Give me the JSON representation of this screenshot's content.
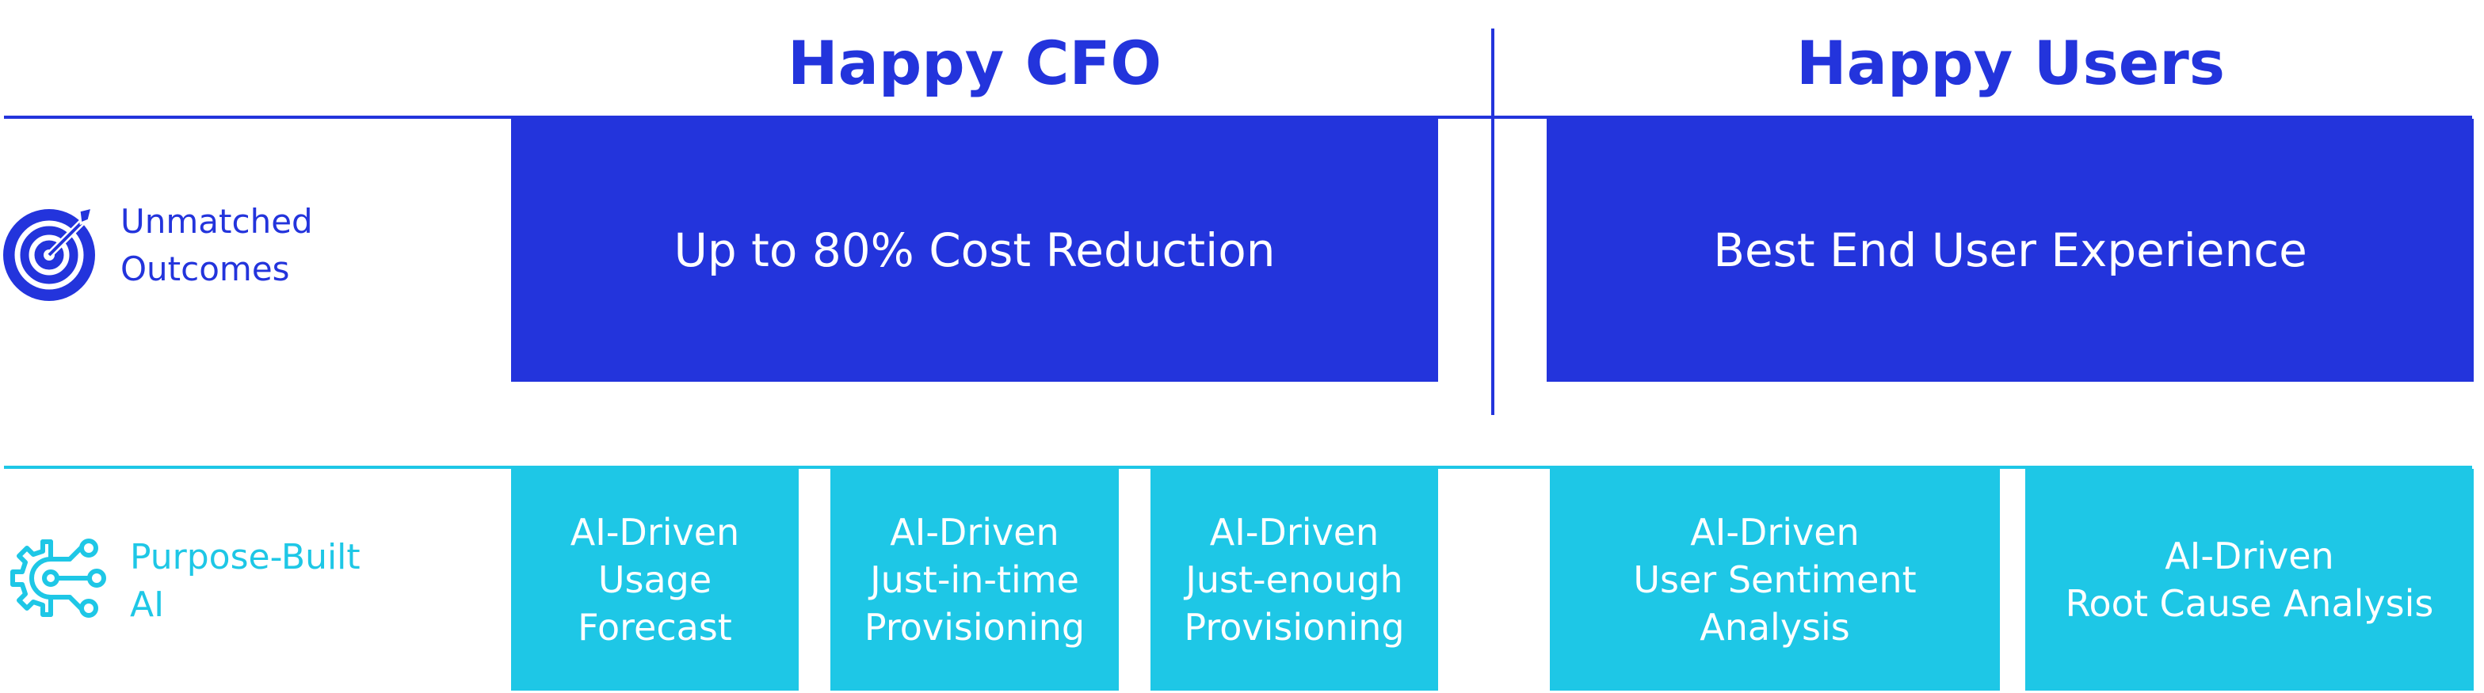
{
  "headings": {
    "left": "Happy CFO",
    "right": "Happy Users"
  },
  "rows": {
    "outcomes": {
      "label": "Unmatched\nOutcomes",
      "icon": "target-icon",
      "color": "#2334dc",
      "boxes": [
        "Up to 80% Cost Reduction",
        "Best End User Experience"
      ]
    },
    "ai": {
      "label": "Purpose-Built\nAI",
      "icon": "circuit-gear-icon",
      "color": "#1ec7e6",
      "boxes": [
        "AI-Driven\nUsage\nForecast",
        "AI-Driven\nJust-in-time\nProvisioning",
        "AI-Driven\nJust-enough\nProvisioning",
        "AI-Driven\nUser Sentiment\nAnalysis",
        "AI-Driven\nRoot Cause Analysis"
      ]
    }
  }
}
